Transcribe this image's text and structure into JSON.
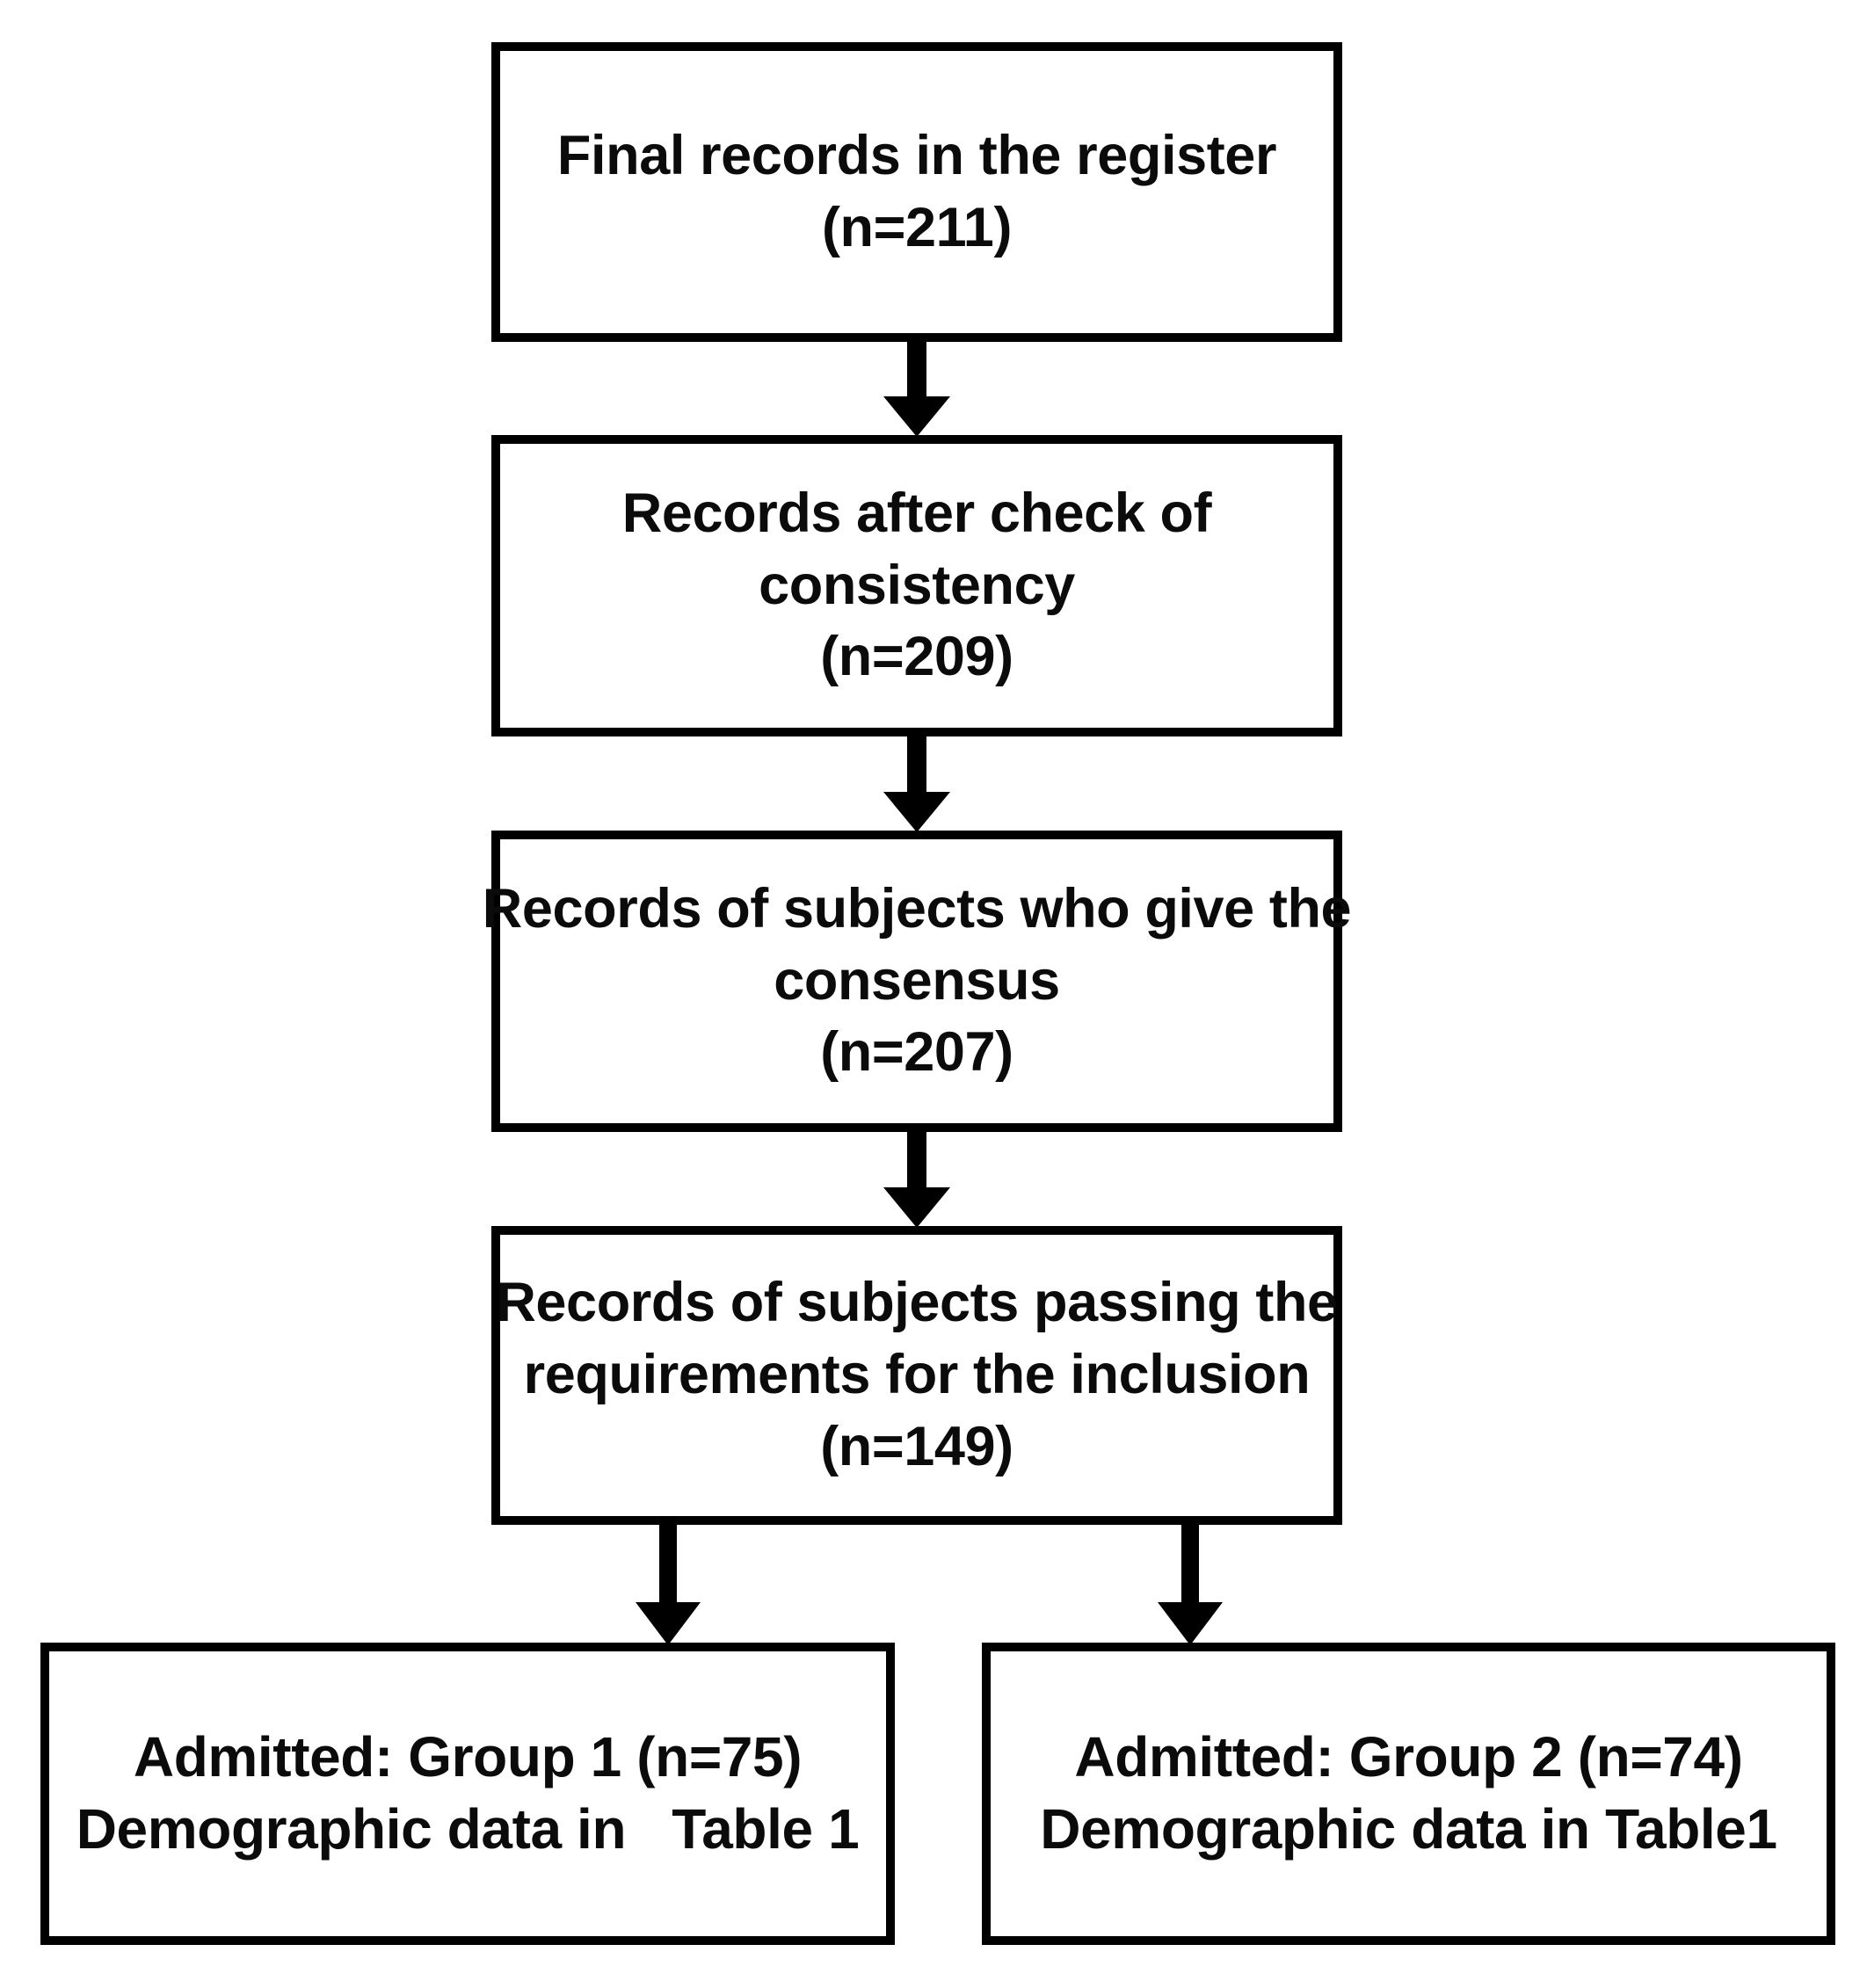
{
  "figure": {
    "type": "flowchart",
    "orientation": "top-to-bottom",
    "background_color": "#ffffff",
    "box_border_color": "#000000",
    "text_color": "#0b0b0b"
  },
  "nodes": [
    {
      "id": "register",
      "lines": [
        "Final records in the register",
        "(n=211)"
      ],
      "n": 211
    },
    {
      "id": "consistency",
      "lines": [
        "Records after check of",
        "consistency",
        "(n=209)"
      ],
      "n": 209
    },
    {
      "id": "consensus",
      "lines": [
        "Records of subjects who give the",
        "consensus",
        "(n=207)"
      ],
      "n": 207
    },
    {
      "id": "inclusion",
      "lines": [
        "Records of subjects passing the",
        "requirements for the inclusion",
        "(n=149)"
      ],
      "n": 149
    },
    {
      "id": "group1",
      "lines": [
        "Admitted: Group 1 (n=75)",
        "Demographic data in   Table 1"
      ],
      "n": 75
    },
    {
      "id": "group2",
      "lines": [
        "Admitted: Group 2 (n=74)",
        "Demographic data in Table1"
      ],
      "n": 74
    }
  ],
  "edges": [
    {
      "id": "edge-register-consistency",
      "from": "register",
      "to": "consistency"
    },
    {
      "id": "edge-consistency-consensus",
      "from": "consistency",
      "to": "consensus"
    },
    {
      "id": "edge-consensus-inclusion",
      "from": "consensus",
      "to": "inclusion"
    },
    {
      "id": "edge-inclusion-group1",
      "from": "inclusion",
      "to": "group1"
    },
    {
      "id": "edge-inclusion-group2",
      "from": "inclusion",
      "to": "group2"
    }
  ]
}
